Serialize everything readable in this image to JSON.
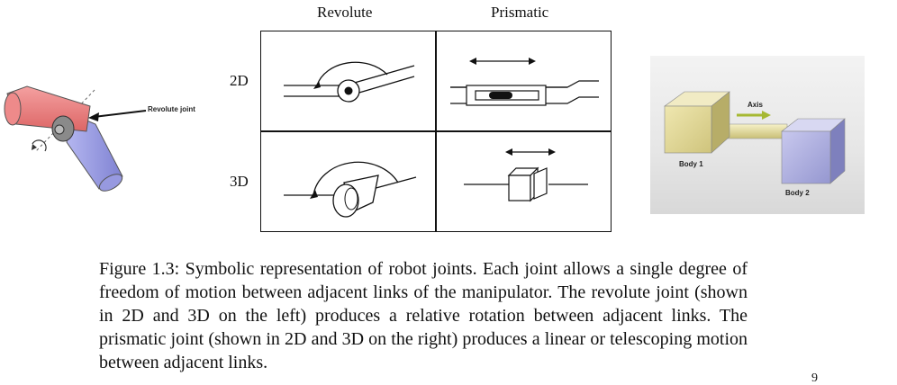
{
  "left_figure": {
    "callout_label": "Revolute joint"
  },
  "table": {
    "columns": [
      "Revolute",
      "Prismatic"
    ],
    "rows": [
      "2D",
      "3D"
    ]
  },
  "right_figure": {
    "axis_label": "Axis",
    "body1_label": "Body 1",
    "body2_label": "Body 2",
    "colors": {
      "body1": "#d9d08a",
      "body2": "#a7a8d8",
      "axis_arrow": "#a6b832"
    }
  },
  "caption": {
    "text": "Figure 1.3: Symbolic representation of robot joints. Each joint allows a single degree of freedom of motion between adjacent links of the manipulator. The revolute joint (shown in 2D and 3D on the left) produces a relative rotation between adjacent links. The prismatic joint (shown in 2D and 3D on the right) produces a linear or telescoping motion between adjacent links."
  },
  "page_number": "9"
}
